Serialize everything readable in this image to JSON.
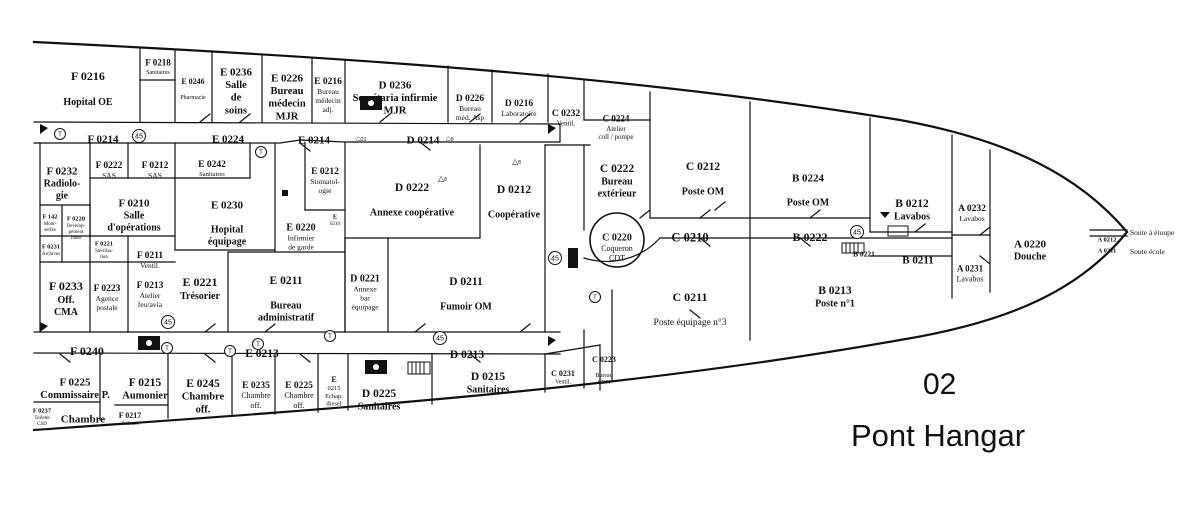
{
  "deck": {
    "number": "02",
    "name": "Pont Hangar"
  },
  "rooms": [
    {
      "id": "F 0216",
      "lines": [
        "F 0216",
        "",
        "Hopital OE"
      ]
    },
    {
      "id": "F 0218",
      "lines": [
        "F 0218",
        "Sanitaires"
      ]
    },
    {
      "id": "E 0246",
      "lines": [
        "E 0246",
        "",
        "Pharmacie"
      ]
    },
    {
      "id": "E 0236",
      "lines": [
        "E 0236",
        "Salle",
        "de",
        "soins"
      ]
    },
    {
      "id": "E 0226",
      "lines": [
        "E 0226",
        "Bureau",
        "médecin",
        "MJR"
      ]
    },
    {
      "id": "E 0216",
      "lines": [
        "E 0216",
        "Bureau",
        "médecin",
        "adj."
      ]
    },
    {
      "id": "D 0236",
      "lines": [
        "D 0236",
        "Secrétaria infirmie",
        "MJR"
      ]
    },
    {
      "id": "D 0226",
      "lines": [
        "D 0226",
        "Bureau",
        "méd. Asp"
      ]
    },
    {
      "id": "D 0216",
      "lines": [
        "D 0216",
        "Laboratoire"
      ]
    },
    {
      "id": "C 0232",
      "lines": [
        "C 0232",
        "Ventil."
      ]
    },
    {
      "id": "C 0224",
      "lines": [
        "C 0224",
        "Atelier",
        "coll / pompe"
      ]
    },
    {
      "id": "F 0214",
      "lines": [
        "F 0214"
      ]
    },
    {
      "id": "E 0224",
      "lines": [
        "E 0224"
      ]
    },
    {
      "id": "E 0214",
      "lines": [
        "E 0214"
      ]
    },
    {
      "id": "D 0214",
      "lines": [
        "D 0214"
      ]
    },
    {
      "id": "F 0232",
      "lines": [
        "F 0232",
        "Radiolo-",
        "gie"
      ]
    },
    {
      "id": "F 0222",
      "lines": [
        "F 0222",
        "SAS"
      ]
    },
    {
      "id": "F 0212",
      "lines": [
        "F 0212",
        "SAS"
      ]
    },
    {
      "id": "E 0242",
      "lines": [
        "E 0242",
        "Sanitaires"
      ]
    },
    {
      "id": "E 0212",
      "lines": [
        "E 0212",
        "Stomatol-",
        "ogie"
      ]
    },
    {
      "id": "F 0210",
      "lines": [
        "F 0210",
        "Salle",
        "d'opérations"
      ]
    },
    {
      "id": "E 0230",
      "lines": [
        "E 0230",
        "",
        "Hopital",
        "équipage"
      ]
    },
    {
      "id": "F 142",
      "lines": [
        "F 142",
        "Mont-",
        "serfes"
      ]
    },
    {
      "id": "F 0220",
      "lines": [
        "F 0220",
        "Develop-",
        "pement",
        "radio"
      ]
    },
    {
      "id": "F 0231",
      "lines": [
        "F 0231",
        "Archives"
      ]
    },
    {
      "id": "F 0221",
      "lines": [
        "F 0221",
        "Stérilisa-",
        "tion"
      ]
    },
    {
      "id": "F 0211",
      "lines": [
        "F 0211",
        "Ventil."
      ]
    },
    {
      "id": "E 0220",
      "lines": [
        "E 0220",
        "Infirmier",
        "de garde"
      ]
    },
    {
      "id": "E 0210",
      "lines": [
        "E",
        "0210"
      ]
    },
    {
      "id": "D 0222",
      "lines": [
        "D 0222",
        "",
        "Annexe coopérative"
      ]
    },
    {
      "id": "D 0212",
      "lines": [
        "D 0212",
        "",
        "Coopérative"
      ]
    },
    {
      "id": "C 0222",
      "lines": [
        "C 0222",
        "Bureau",
        "extérieur"
      ]
    },
    {
      "id": "C 0212",
      "lines": [
        "C 0212",
        "",
        "Poste OM"
      ]
    },
    {
      "id": "B 0224",
      "lines": [
        "B 0224",
        "",
        "Poste OM"
      ]
    },
    {
      "id": "B 0212",
      "lines": [
        "B 0212",
        "Lavabos"
      ]
    },
    {
      "id": "A 0232",
      "lines": [
        "A 0232",
        "Lavabos"
      ]
    },
    {
      "id": "A 0220",
      "lines": [
        "A 0220",
        "Douche"
      ]
    },
    {
      "id": "A 0212",
      "lines": [
        "A 0212"
      ]
    },
    {
      "id": "A 0211",
      "lines": [
        "A 0211"
      ]
    },
    {
      "id": "C 0220",
      "lines": [
        "C 0220",
        "Coqueron",
        "CDT"
      ]
    },
    {
      "id": "C 0210",
      "lines": [
        "C 0210"
      ]
    },
    {
      "id": "B 0222",
      "lines": [
        "B 0222"
      ]
    },
    {
      "id": "B 0221",
      "lines": [
        "B 0221"
      ]
    },
    {
      "id": "B 0211",
      "lines": [
        "B 0211"
      ]
    },
    {
      "id": "A 0231",
      "lines": [
        "A 0231",
        "Lavabos"
      ]
    },
    {
      "id": "F 0233",
      "lines": [
        "F 0233",
        "Off.",
        "CMA"
      ]
    },
    {
      "id": "F 0223",
      "lines": [
        "F 0223",
        "Agence",
        "postale"
      ]
    },
    {
      "id": "F 0213",
      "lines": [
        "F 0213",
        "Atelier",
        "feu/avia"
      ]
    },
    {
      "id": "E 0221",
      "lines": [
        "E 0221",
        "Trésorier"
      ]
    },
    {
      "id": "E 0211",
      "lines": [
        "E 0211",
        "",
        "Bureau",
        "administratif"
      ]
    },
    {
      "id": "D 0221",
      "lines": [
        "D 0221",
        "Annexe",
        "bar",
        "équipage"
      ]
    },
    {
      "id": "D 0211",
      "lines": [
        "D 0211",
        "",
        "Fumoir OM"
      ]
    },
    {
      "id": "C 0211",
      "lines": [
        "C 0211",
        "",
        "Poste équipage n°3"
      ]
    },
    {
      "id": "B 0213",
      "lines": [
        "B 0213",
        "Poste n°1"
      ]
    },
    {
      "id": "F 0240",
      "lines": [
        "F 0240"
      ]
    },
    {
      "id": "E 0213",
      "lines": [
        "E 0213"
      ]
    },
    {
      "id": "D 0213",
      "lines": [
        "D 0213"
      ]
    },
    {
      "id": "F 0225",
      "lines": [
        "F 0225",
        "Commissaire P."
      ]
    },
    {
      "id": "F 0215",
      "lines": [
        "F 0215",
        "Aumonier"
      ]
    },
    {
      "id": "E 0245",
      "lines": [
        "E 0245",
        "Chambre",
        "off."
      ]
    },
    {
      "id": "E 0235",
      "lines": [
        "E 0235",
        "Chambre",
        "off."
      ]
    },
    {
      "id": "E 0225",
      "lines": [
        "E 0225",
        "Chambre",
        "off."
      ]
    },
    {
      "id": "E 0215",
      "lines": [
        "E",
        "0215",
        "Echap.",
        "diesel"
      ]
    },
    {
      "id": "D 0225",
      "lines": [
        "D 0225",
        "Sanitaires"
      ]
    },
    {
      "id": "D 0215",
      "lines": [
        "D 0215",
        "Sanitaires"
      ]
    },
    {
      "id": "C 0231",
      "lines": [
        "C 0231",
        "Ventil."
      ]
    },
    {
      "id": "C 0223",
      "lines": [
        "C 0223",
        "",
        "Bureau",
        "CDN"
      ]
    },
    {
      "id": "F 0237",
      "lines": [
        "F 0237",
        "Toilette",
        "CSD"
      ]
    },
    {
      "id": "F 0217",
      "lines": [
        "F 0217",
        "Toilettes"
      ]
    },
    {
      "id": "F Chambre",
      "lines": [
        "Chambre"
      ]
    }
  ],
  "bow_notes": [
    "Soute à étoupe",
    "Soute école"
  ],
  "markers": {
    "frame": "45",
    "access": "T",
    "stair": "21",
    "stair_b": "8",
    "delta": "8"
  },
  "colors": {
    "line": "#111111",
    "background": "#ffffff"
  }
}
